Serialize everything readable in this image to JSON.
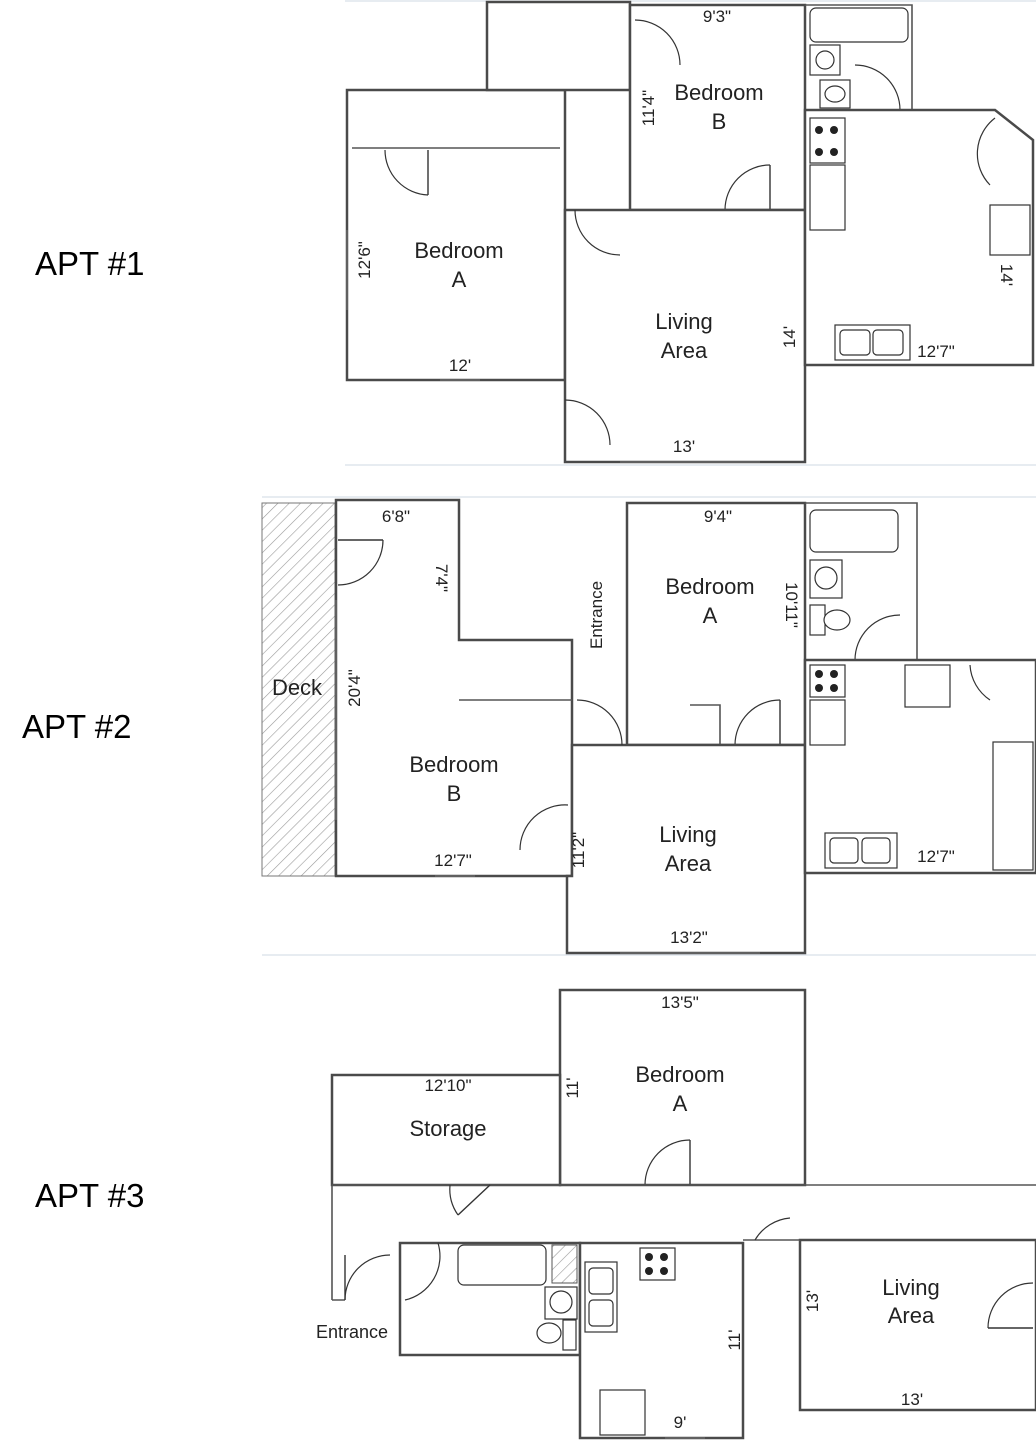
{
  "apartments": [
    {
      "label": "APT #1",
      "rooms": {
        "bedroom_a": [
          "Bedroom",
          "A"
        ],
        "bedroom_b": [
          "Bedroom",
          "B"
        ],
        "living": [
          "Living",
          "Area"
        ]
      },
      "dimensions": {
        "bedroom_b_width": "9'3\"",
        "bedroom_b_height": "11'4\"",
        "bedroom_a_height": "12'6\"",
        "bedroom_a_width": "12'",
        "living_width": "13'",
        "living_height": "14'",
        "kitchen_width": "12'7\"",
        "kitchen_height": "14'"
      }
    },
    {
      "label": "APT #2",
      "rooms": {
        "bedroom_a": [
          "Bedroom",
          "A"
        ],
        "bedroom_b": [
          "Bedroom",
          "B"
        ],
        "living": [
          "Living",
          "Area"
        ],
        "deck": "Deck",
        "entrance": "Entrance"
      },
      "dimensions": {
        "deck_room_width": "6'8\"",
        "deck_room_height": "7'4\"",
        "bedroom_b_height": "20'4\"",
        "bedroom_b_width": "12'7\"",
        "bedroom_a_width": "9'4\"",
        "bedroom_a_height": "10'11\"",
        "living_height": "11'2\"",
        "living_width": "13'2\"",
        "kitchen_width": "12'7\""
      }
    },
    {
      "label": "APT #3",
      "rooms": {
        "bedroom_a": [
          "Bedroom",
          "A"
        ],
        "storage": "Storage",
        "living": [
          "Living",
          "Area"
        ],
        "entrance": "Entrance"
      },
      "dimensions": {
        "bedroom_a_width": "13'5\"",
        "bedroom_a_height": "11'",
        "storage_width": "12'10\"",
        "living_height": "13'",
        "living_width": "13'",
        "kitchen_height": "11'",
        "kitchen_width": "9'"
      }
    }
  ],
  "colors": {
    "wall": "#4a4a4a",
    "deck_hatch": "#9a9a9a",
    "divider": "#cfd8e3"
  }
}
